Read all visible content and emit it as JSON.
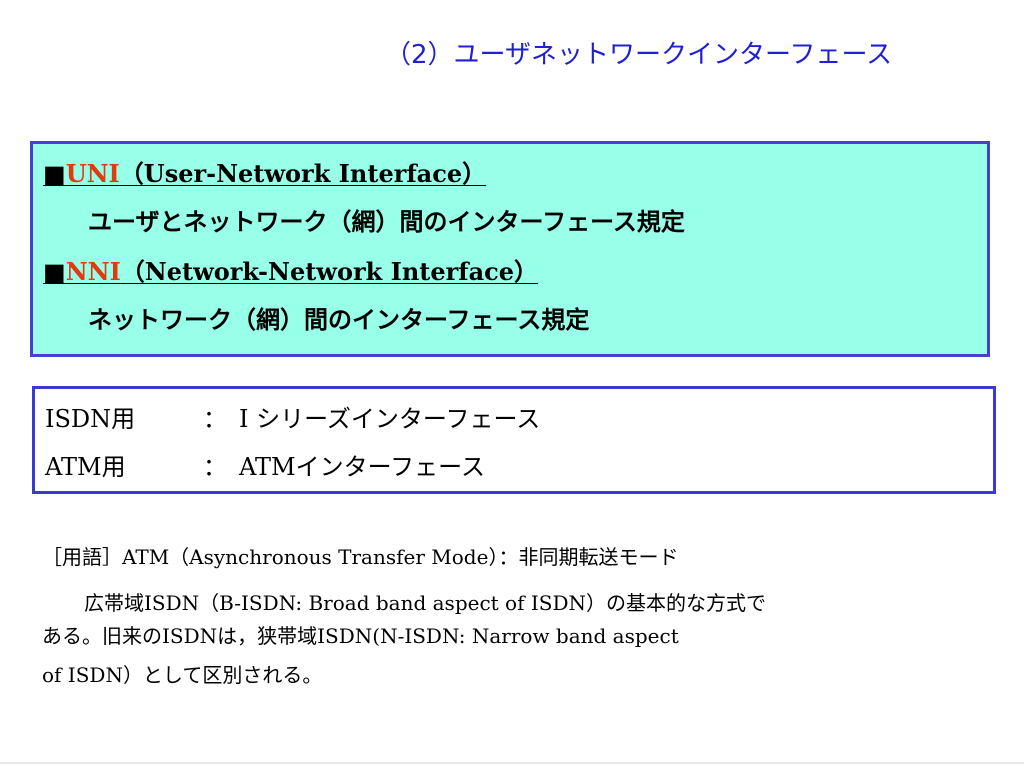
{
  "title": "（2）ユーザネットワークインターフェース",
  "definitions": [
    {
      "bullet": "■",
      "abbr": "UNI",
      "full": "（User-Network Interface）",
      "description": "ユーザとネットワーク（網）間のインターフェース規定"
    },
    {
      "bullet": "■",
      "abbr": "NNI",
      "full": "（Network-Network Interface）",
      "description": "ネットワーク（網）間のインターフェース規定"
    }
  ],
  "interfaces": [
    {
      "label": "ISDN用",
      "separator": "：",
      "value": "I シリーズインターフェース"
    },
    {
      "label": "ATM用",
      "separator": "：",
      "value": "ATMインターフェース"
    }
  ],
  "note": {
    "line1": "［用語］ATM（Asynchronous Transfer Mode）：非同期転送モード",
    "line2": "広帯域ISDN（B-ISDN: Broad band aspect of ISDN）の基本的な方式で",
    "line3": "ある。旧来のISDNは，狭帯域ISDN(N-ISDN: Narrow band aspect",
    "line4": "of ISDN）として区別される。"
  },
  "colors": {
    "title": "#1f1fd6",
    "box1_bg": "#98ffe8",
    "box1_border": "#4b3fd1",
    "box2_border": "#3a3ad0",
    "abbr": "#e23a10"
  }
}
